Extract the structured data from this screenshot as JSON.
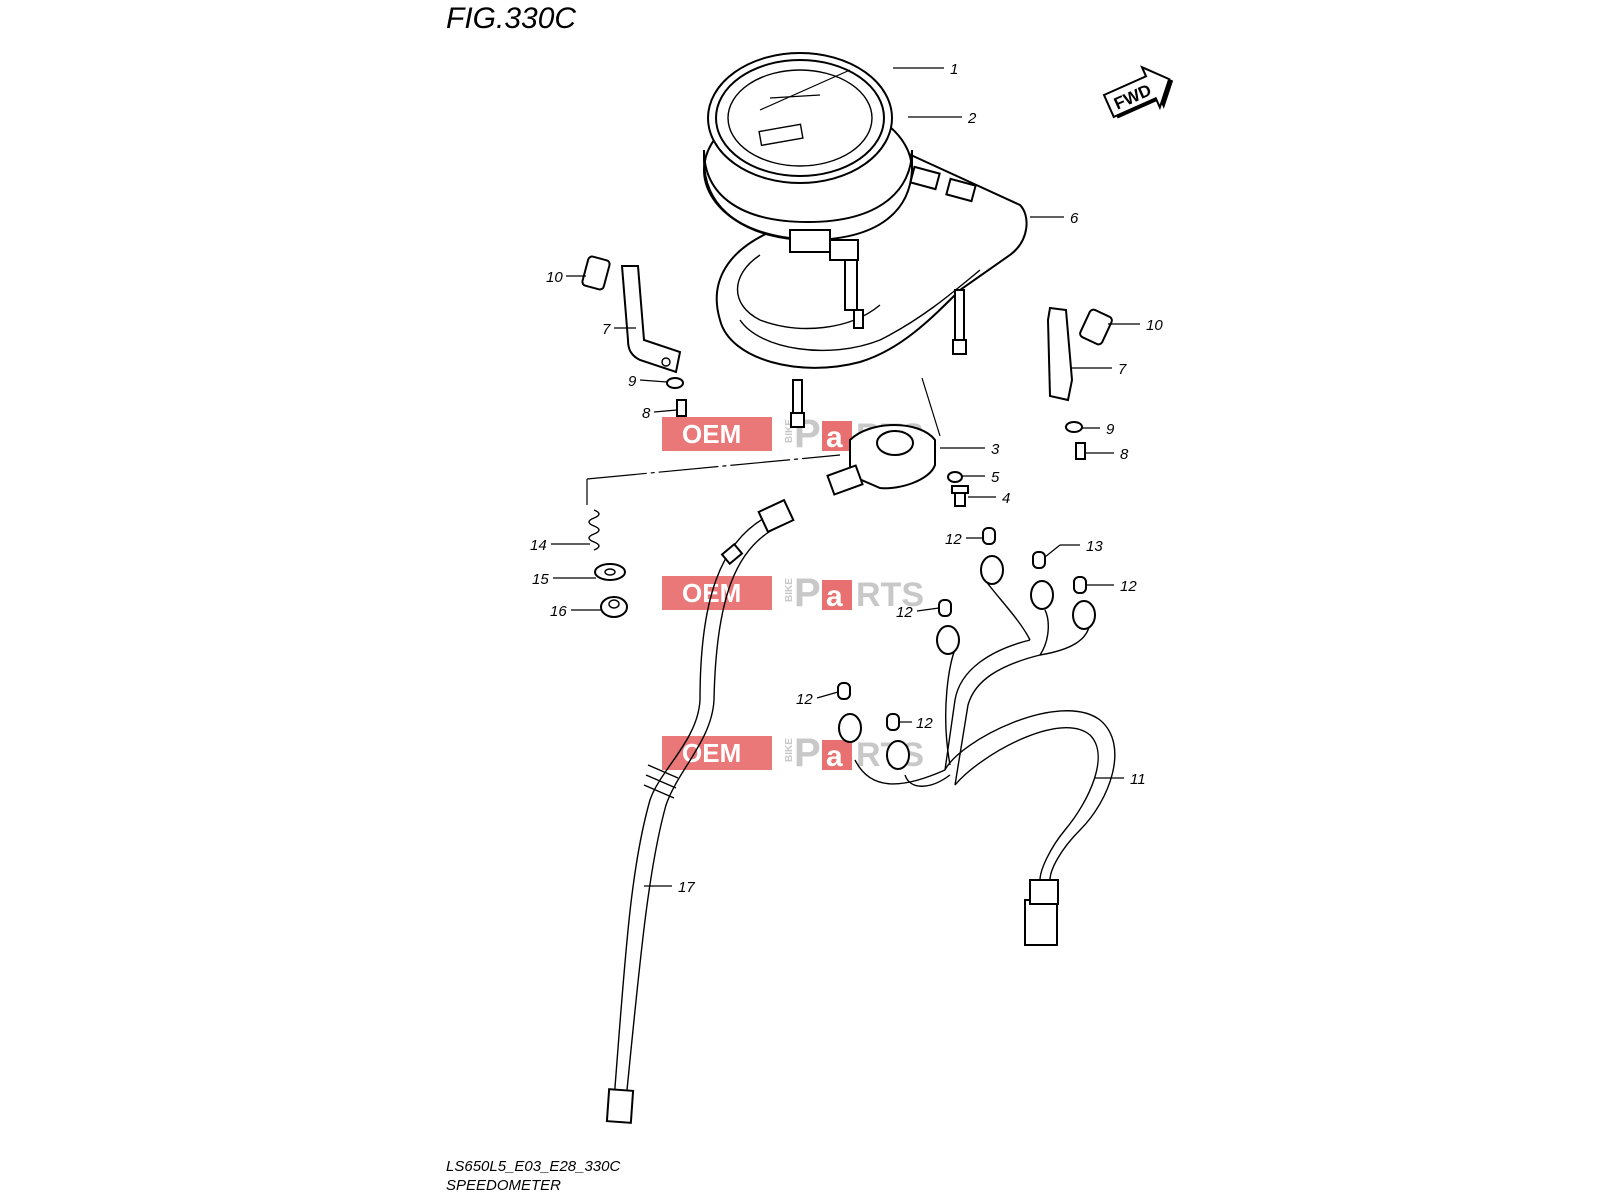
{
  "figure": {
    "title": "FIG.330C",
    "model_code": "LS650L5_E03_E28_330C",
    "name": "SPEEDOMETER",
    "direction_label": "FWD"
  },
  "watermark": {
    "word1": "OEM",
    "word2": "BIKE",
    "word3": "P",
    "word4": "a",
    "word5": "RTS",
    "color_red": "#e03a3a",
    "color_gray": "#bfbfbf"
  },
  "callouts": {
    "c1": "1",
    "c2": "2",
    "c3": "3",
    "c4": "4",
    "c5": "5",
    "c6": "6",
    "c7_left": "7",
    "c7_right": "7",
    "c8_left": "8",
    "c8_right": "8",
    "c9_left": "9",
    "c9_right": "9",
    "c10_left": "10",
    "c10_right": "10",
    "c11": "11",
    "c12_a": "12",
    "c12_b": "12",
    "c12_c": "12",
    "c12_d": "12",
    "c12_e": "12",
    "c13": "13",
    "c14": "14",
    "c15": "15",
    "c16": "16",
    "c17": "17"
  }
}
